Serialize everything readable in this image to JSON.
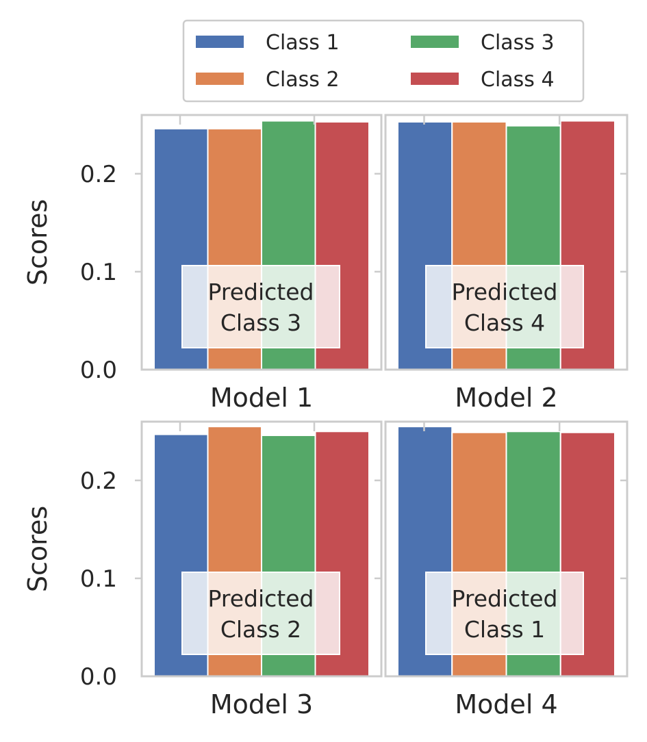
{
  "colors": {
    "class_1": "#4c72b0",
    "class_2": "#dd8452",
    "class_3": "#55a868",
    "class_4": "#c44e52",
    "frame": "#cccccc",
    "text": "#262626"
  },
  "legend": {
    "entries": [
      "Class 1",
      "Class 2",
      "Class 3",
      "Class 4"
    ],
    "placement": "top-center",
    "columns": 2
  },
  "chart_data": [
    {
      "type": "bar",
      "xlabel": "Model 1",
      "ylabel": "Scores",
      "ylim": [
        0,
        0.26
      ],
      "yticks": [
        "0.0",
        "0.1",
        "0.2"
      ],
      "grid": false,
      "series": [
        {
          "name": "Class 1",
          "values": [
            0.246
          ]
        },
        {
          "name": "Class 2",
          "values": [
            0.246
          ]
        },
        {
          "name": "Class 3",
          "values": [
            0.254
          ]
        },
        {
          "name": "Class 4",
          "values": [
            0.253
          ]
        }
      ],
      "annotation": [
        "Predicted",
        "Class 3"
      ]
    },
    {
      "type": "bar",
      "xlabel": "Model 2",
      "ylabel": "",
      "ylim": [
        0,
        0.26
      ],
      "yticks": [],
      "grid": false,
      "series": [
        {
          "name": "Class 1",
          "values": [
            0.253
          ]
        },
        {
          "name": "Class 2",
          "values": [
            0.253
          ]
        },
        {
          "name": "Class 3",
          "values": [
            0.249
          ]
        },
        {
          "name": "Class 4",
          "values": [
            0.254
          ]
        }
      ],
      "annotation": [
        "Predicted",
        "Class 4"
      ]
    },
    {
      "type": "bar",
      "xlabel": "Model 3",
      "ylabel": "Scores",
      "ylim": [
        0,
        0.26
      ],
      "yticks": [
        "0.0",
        "0.1",
        "0.2"
      ],
      "grid": false,
      "series": [
        {
          "name": "Class 1",
          "values": [
            0.247
          ]
        },
        {
          "name": "Class 2",
          "values": [
            0.255
          ]
        },
        {
          "name": "Class 3",
          "values": [
            0.246
          ]
        },
        {
          "name": "Class 4",
          "values": [
            0.25
          ]
        }
      ],
      "annotation": [
        "Predicted",
        "Class 2"
      ]
    },
    {
      "type": "bar",
      "xlabel": "Model 4",
      "ylabel": "",
      "ylim": [
        0,
        0.26
      ],
      "yticks": [],
      "grid": false,
      "series": [
        {
          "name": "Class 1",
          "values": [
            0.255
          ]
        },
        {
          "name": "Class 2",
          "values": [
            0.249
          ]
        },
        {
          "name": "Class 3",
          "values": [
            0.25
          ]
        },
        {
          "name": "Class 4",
          "values": [
            0.249
          ]
        }
      ],
      "annotation": [
        "Predicted",
        "Class 1"
      ]
    }
  ]
}
